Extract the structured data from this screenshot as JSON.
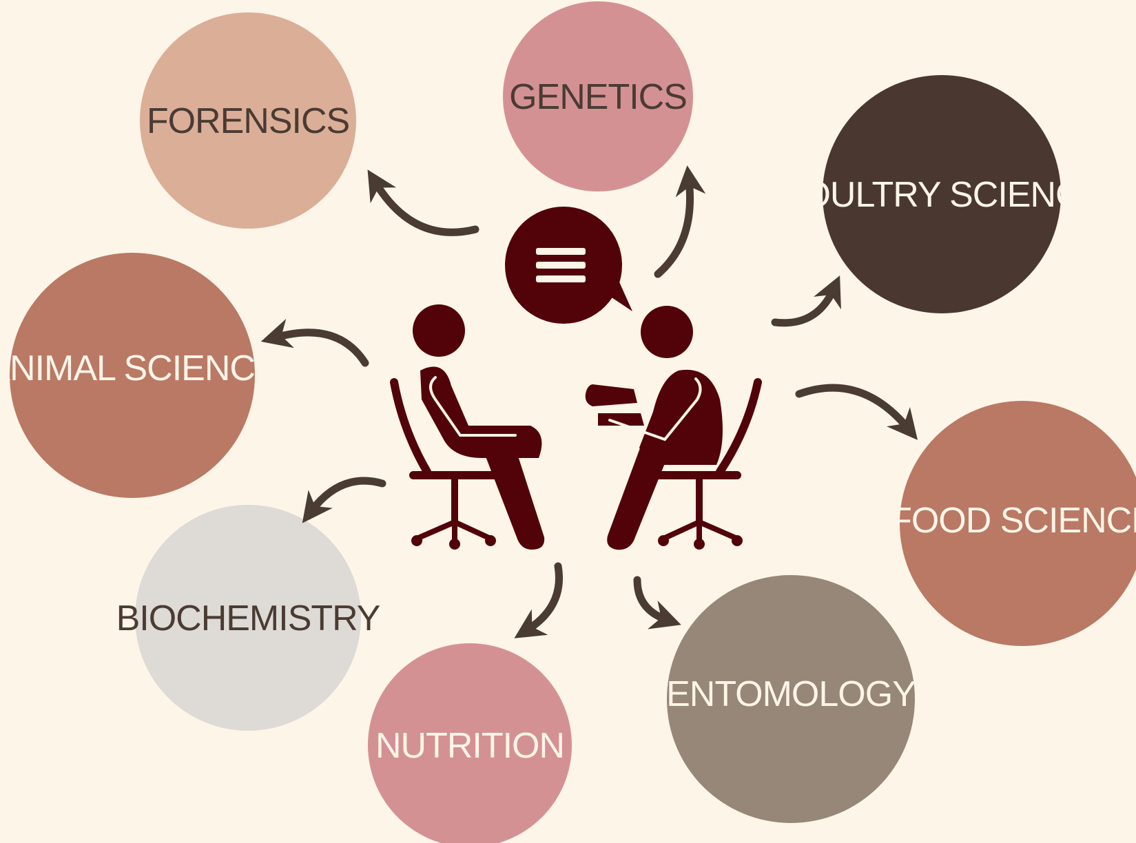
{
  "background": "#fdf5e8",
  "icon_color": "#520309",
  "arrow_color": "#4a3b33",
  "center": {
    "figure_left": "person-seated-listening-icon",
    "figure_right": "person-seated-talking-icon",
    "speech_bubble": "speech-bubble-icon"
  },
  "topics": [
    {
      "id": "forensics",
      "label": "FORENSICS",
      "fill": "#dbae98",
      "text_color": "#4a3b33"
    },
    {
      "id": "genetics",
      "label": "GENETICS",
      "fill": "#d49194",
      "text_color": "#4a3b33"
    },
    {
      "id": "poultry-science",
      "label": "POULTRY SCIENCE",
      "fill": "#4a3830",
      "text_color": "#fdf5e8"
    },
    {
      "id": "animal-science",
      "label": "ANIMAL SCIENCE",
      "fill": "#b97964",
      "text_color": "#fdf5e8"
    },
    {
      "id": "food-science",
      "label": "FOOD SCIENCE",
      "fill": "#b97964",
      "text_color": "#fdf5e8"
    },
    {
      "id": "biochemistry",
      "label": "BIOCHEMISTRY",
      "fill": "#dedad6",
      "text_color": "#4a3b33"
    },
    {
      "id": "entomology",
      "label": "ENTOMOLOGY",
      "fill": "#968779",
      "text_color": "#fdf5e8"
    },
    {
      "id": "nutrition",
      "label": "NUTRITION",
      "fill": "#d49194",
      "text_color": "#fdf5e8"
    }
  ]
}
